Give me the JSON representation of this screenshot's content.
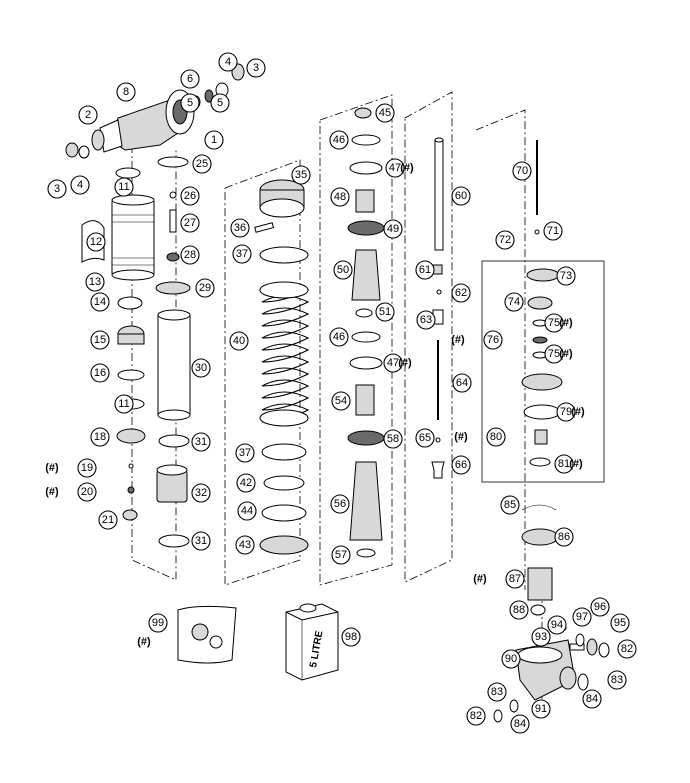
{
  "parts": [
    {
      "label": "1"
    },
    {
      "label": "2"
    },
    {
      "label": "3"
    },
    {
      "label": "3"
    },
    {
      "label": "4"
    },
    {
      "label": "4"
    },
    {
      "label": "5"
    },
    {
      "label": "5"
    },
    {
      "label": "6"
    },
    {
      "label": "8"
    },
    {
      "label": "11"
    },
    {
      "label": "11"
    },
    {
      "label": "12"
    },
    {
      "label": "13"
    },
    {
      "label": "14"
    },
    {
      "label": "15"
    },
    {
      "label": "16"
    },
    {
      "label": "18"
    },
    {
      "label": "19",
      "hash": "(#)"
    },
    {
      "label": "20",
      "hash": "(#)"
    },
    {
      "label": "21"
    },
    {
      "label": "25"
    },
    {
      "label": "26"
    },
    {
      "label": "27"
    },
    {
      "label": "28"
    },
    {
      "label": "29"
    },
    {
      "label": "30"
    },
    {
      "label": "31"
    },
    {
      "label": "32"
    },
    {
      "label": "31"
    },
    {
      "label": "35"
    },
    {
      "label": "36"
    },
    {
      "label": "37"
    },
    {
      "label": "40"
    },
    {
      "label": "37"
    },
    {
      "label": "42"
    },
    {
      "label": "44"
    },
    {
      "label": "43"
    },
    {
      "label": "45"
    },
    {
      "label": "46"
    },
    {
      "label": "47",
      "hash": "(#)"
    },
    {
      "label": "48"
    },
    {
      "label": "49"
    },
    {
      "label": "50"
    },
    {
      "label": "51"
    },
    {
      "label": "46"
    },
    {
      "label": "47",
      "hash": "(#)"
    },
    {
      "label": "54"
    },
    {
      "label": "58"
    },
    {
      "label": "56"
    },
    {
      "label": "57"
    },
    {
      "label": "60"
    },
    {
      "label": "61"
    },
    {
      "label": "62"
    },
    {
      "label": "63"
    },
    {
      "label": "64"
    },
    {
      "label": "65"
    },
    {
      "label": "66"
    },
    {
      "label": "70"
    },
    {
      "label": "71"
    },
    {
      "label": "72"
    },
    {
      "label": "73"
    },
    {
      "label": "74"
    },
    {
      "label": "75",
      "hash": "(#)"
    },
    {
      "label": "76",
      "hash": "(#)"
    },
    {
      "label": "75",
      "hash": "(#)"
    },
    {
      "label": "79",
      "hash": "(#)"
    },
    {
      "label": "80",
      "hash": "(#)"
    },
    {
      "label": "81",
      "hash": "(#)"
    },
    {
      "label": "85"
    },
    {
      "label": "86"
    },
    {
      "label": "87",
      "hash": "(#)"
    },
    {
      "label": "88"
    },
    {
      "label": "93"
    },
    {
      "label": "94"
    },
    {
      "label": "97"
    },
    {
      "label": "96"
    },
    {
      "label": "95"
    },
    {
      "label": "82"
    },
    {
      "label": "90"
    },
    {
      "label": "84"
    },
    {
      "label": "83"
    },
    {
      "label": "91"
    },
    {
      "label": "83"
    },
    {
      "label": "84"
    },
    {
      "label": "82"
    },
    {
      "label": "99",
      "hash": "(#)"
    },
    {
      "label": "98"
    }
  ],
  "oil_can": {
    "text": "5 LITRE"
  }
}
